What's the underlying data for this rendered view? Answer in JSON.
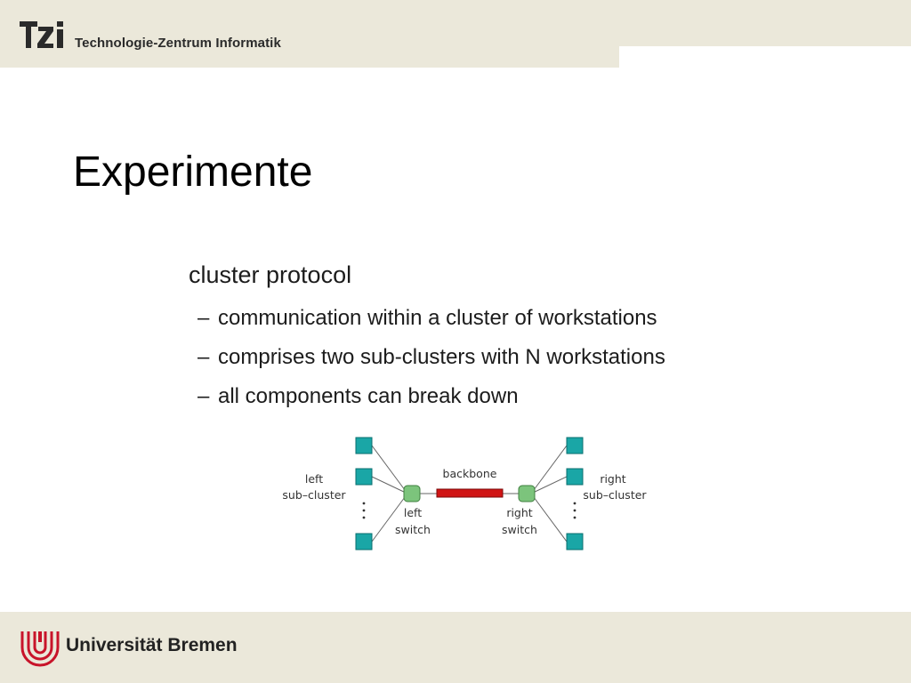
{
  "header": {
    "logo_text": "TZi",
    "institute_name": "Technologie-Zentrum Informatik"
  },
  "slide": {
    "title": "Experimente",
    "bullet": "cluster protocol",
    "sub_dash": "–",
    "sub_bullets": [
      "communication within a cluster of workstations",
      "comprises two sub-clusters with N workstations",
      "all components can break down"
    ]
  },
  "diagram": {
    "left_cluster_label": [
      "left",
      "sub–cluster"
    ],
    "right_cluster_label": [
      "right",
      "sub–cluster"
    ],
    "left_switch_label": [
      "left",
      "switch"
    ],
    "right_switch_label": [
      "right",
      "switch"
    ],
    "backbone_label": "backbone",
    "colors": {
      "workstation": "#1aa6a6",
      "switch": "#7cc47c",
      "backbone": "#d01414"
    }
  },
  "footer": {
    "university_name": "Universität Bremen",
    "logo_color": "#c8142a"
  }
}
